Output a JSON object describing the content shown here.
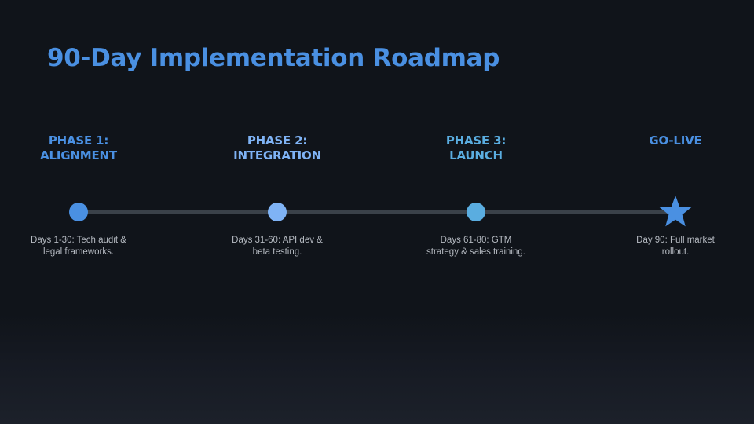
{
  "title": "90-Day Implementation Roadmap",
  "colors": {
    "background_top": "#10141a",
    "background_bottom": "#1c212a",
    "title": "#4a90e2",
    "line": "#3a4149",
    "description_text": "#b4b9c0"
  },
  "phases": [
    {
      "heading_line1": "PHASE 1:",
      "heading_line2": "ALIGNMENT",
      "description": "Days 1-30: Tech audit & legal frameworks.",
      "marker": "circle",
      "color": "#4a90e2",
      "heading_color": "#4a90e2"
    },
    {
      "heading_line1": "PHASE 2:",
      "heading_line2": "INTEGRATION",
      "description": "Days 31-60: API dev & beta testing.",
      "marker": "circle",
      "color": "#7fb3f5",
      "heading_color": "#7fb3f5"
    },
    {
      "heading_line1": "PHASE 3:",
      "heading_line2": "LAUNCH",
      "description": "Days 61-80: GTM strategy & sales training.",
      "marker": "circle",
      "color": "#5aade0",
      "heading_color": "#5aade0"
    },
    {
      "heading_line1": "GO-LIVE",
      "heading_line2": "",
      "description": "Day 90: Full market rollout.",
      "marker": "star-icon",
      "color": "#4a90e2",
      "heading_color": "#4a90e2"
    }
  ]
}
